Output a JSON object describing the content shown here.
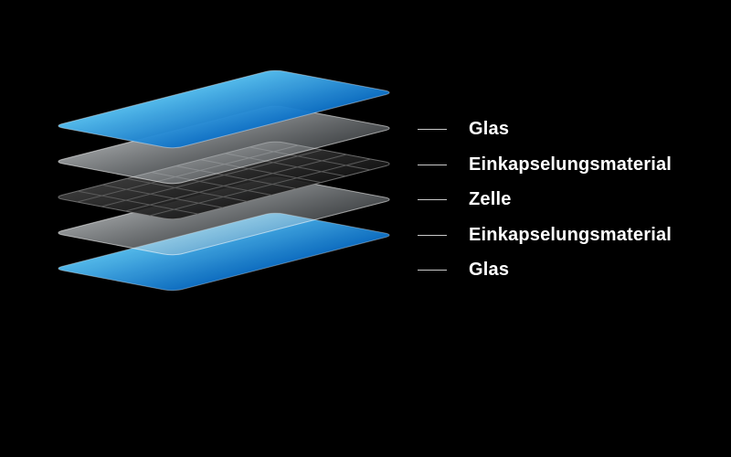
{
  "diagram": {
    "layers": [
      {
        "id": "glass-top",
        "label": "Glas"
      },
      {
        "id": "encapsulant-top",
        "label": "Einkapselungsmaterial"
      },
      {
        "id": "cell",
        "label": "Zelle"
      },
      {
        "id": "encapsulant-bottom",
        "label": "Einkapselungsmaterial"
      },
      {
        "id": "glass-bottom",
        "label": "Glas"
      }
    ]
  },
  "colors": {
    "background": "#000000",
    "glass_light": "#56bff2",
    "glass_dark": "#0f72c8",
    "encapsulant_light": "#e9eef1",
    "encapsulant_dark": "#c3cbd1",
    "cell_light": "#3d3d3d",
    "cell_dark": "#191919",
    "cell_grid": "#606060",
    "label_line": "#c9c9c9",
    "label_text": "#ffffff"
  }
}
